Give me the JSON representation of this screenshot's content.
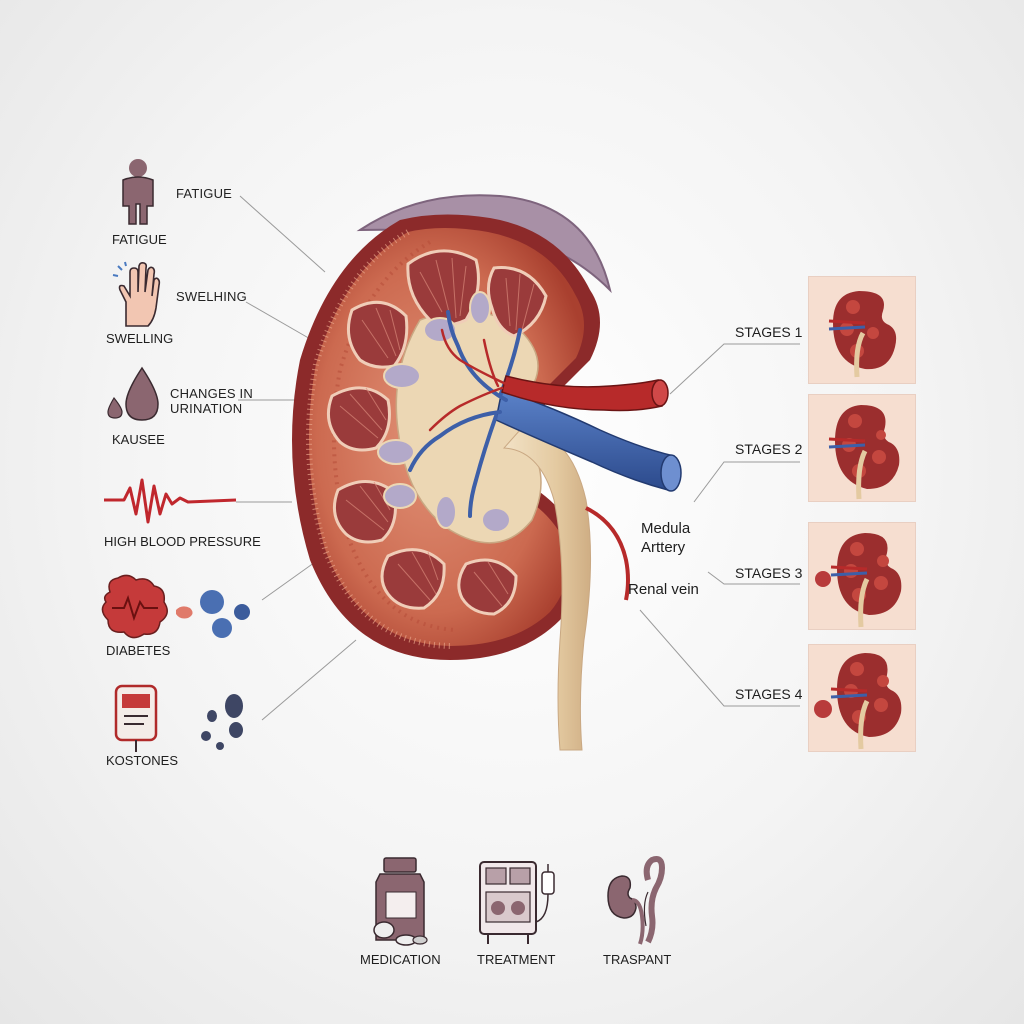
{
  "symptoms": [
    {
      "icon": "person-icon",
      "caption": "FATIGUE",
      "label": "FATIGUE"
    },
    {
      "icon": "hand-swelling-icon",
      "caption": "SWELLING",
      "label": "SWELHING"
    },
    {
      "icon": "droplet-icon",
      "caption": "KAUSEE",
      "label": "CHANGES IN\nURINATION"
    },
    {
      "icon": "heartbeat-wave-icon",
      "caption": "HIGH BLOOD PRESSURE"
    },
    {
      "icon": "blood-cells-icon",
      "caption": "DIABETES"
    },
    {
      "icon": "monitor-stones-icon",
      "caption": "KOSTONES"
    }
  ],
  "annotations": {
    "medula_artery": "Medula\nArttery",
    "renal_vein": "Renal vein"
  },
  "stages": [
    {
      "label": "STAGES 1"
    },
    {
      "label": "STAGES 2"
    },
    {
      "label": "STAGES 3"
    },
    {
      "label": "STAGES 4"
    }
  ],
  "treatments": [
    {
      "icon": "medication-bottle-icon",
      "label": "MEDICATION"
    },
    {
      "icon": "dialysis-machine-icon",
      "label": "TREATMENT"
    },
    {
      "icon": "kidney-transplant-icon",
      "label": "TRASPANT"
    }
  ],
  "colors": {
    "cortex": "#c9654c",
    "capsule": "#8c2a2a",
    "pyramid": "#9a3b3b",
    "pelvis": "#ecd7b4",
    "artery": "#b72a2a",
    "vein": "#3d5fa8",
    "icon": "#7a5560"
  }
}
